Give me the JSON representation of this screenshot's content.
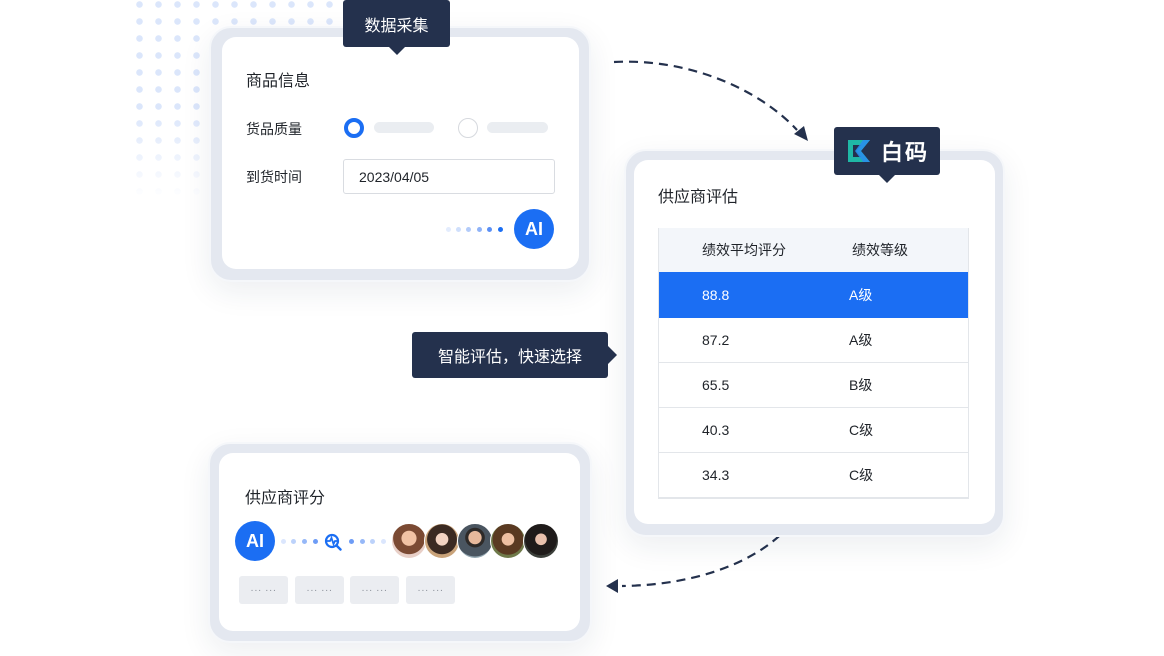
{
  "colors": {
    "accent": "#1b6ef3",
    "tooltip_bg": "#24314d",
    "frame": "#e4e8f0",
    "table_header_bg": "#f3f6fa",
    "chip_bg": "#ebedf1"
  },
  "data_collection": {
    "tooltip": "数据采集",
    "card_title": "商品信息",
    "quality_label": "货品质量",
    "arrival_label": "到货时间",
    "arrival_value": "2023/04/05",
    "radio_selected_index": 0,
    "ai_badge": "AI"
  },
  "evaluation": {
    "brand_tooltip": "白码",
    "brand_icon": "baima-logo-icon",
    "card_title": "供应商评估",
    "columns": [
      "绩效平均评分",
      "绩效等级"
    ],
    "rows": [
      {
        "score": "88.8",
        "grade": "A级",
        "highlighted": true
      },
      {
        "score": "87.2",
        "grade": "A级",
        "highlighted": false
      },
      {
        "score": "65.5",
        "grade": "B级",
        "highlighted": false
      },
      {
        "score": "40.3",
        "grade": "C级",
        "highlighted": false
      },
      {
        "score": "34.3",
        "grade": "C级",
        "highlighted": false
      }
    ]
  },
  "callout": {
    "text": "智能评估，快速选择"
  },
  "scoring": {
    "card_title": "供应商评分",
    "ai_badge": "AI",
    "analysis_icon": "analysis-search-icon",
    "avatar_count": 5,
    "chips": [
      "··· ···",
      "··· ···",
      "··· ···",
      "··· ···"
    ]
  }
}
